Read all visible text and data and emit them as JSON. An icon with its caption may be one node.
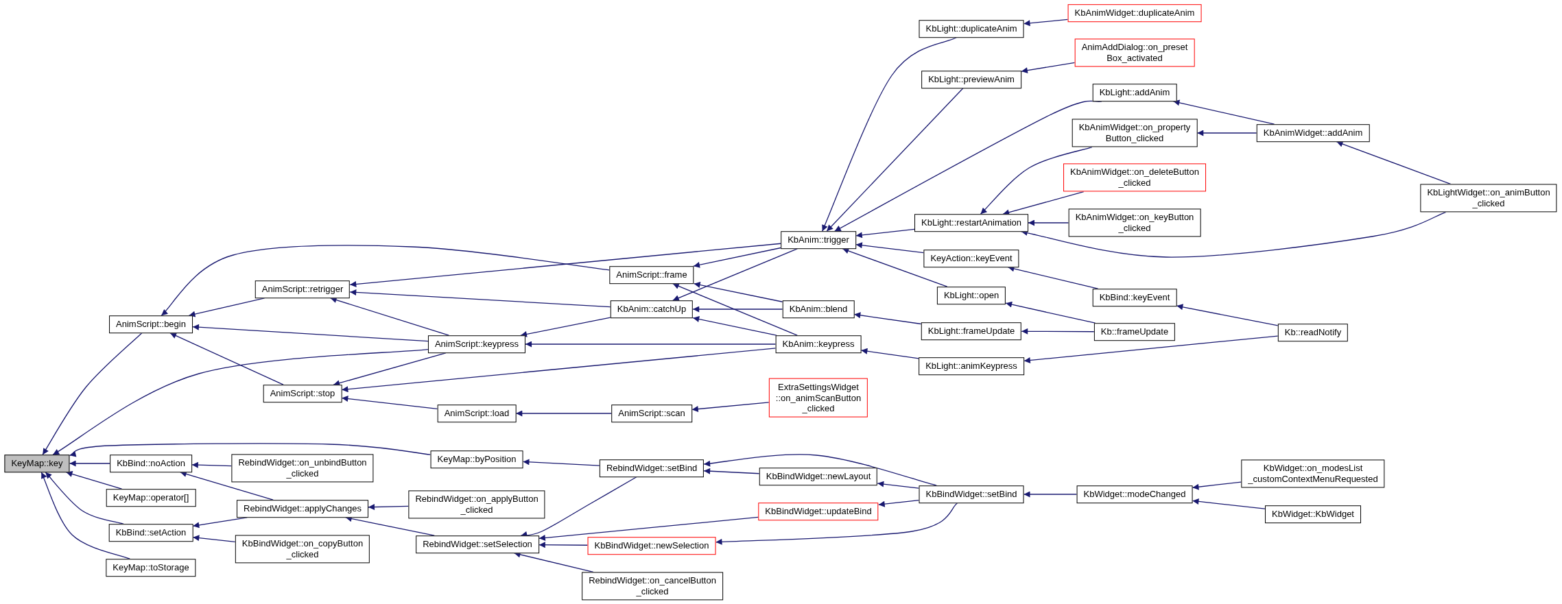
{
  "diagram": {
    "nodes": [
      {
        "text": [
          "KeyMap::key"
        ]
      },
      {
        "text": [
          "AnimScript::begin"
        ]
      },
      {
        "text": [
          "KbBind::noAction"
        ]
      },
      {
        "text": [
          "KeyMap::operator[]"
        ]
      },
      {
        "text": [
          "KbBind::setAction"
        ]
      },
      {
        "text": [
          "KeyMap::toStorage"
        ]
      },
      {
        "text": [
          "AnimScript::retrigger"
        ]
      },
      {
        "text": [
          "AnimScript::keypress"
        ]
      },
      {
        "text": [
          "AnimScript::stop"
        ]
      },
      {
        "text": [
          "KeyMap::byPosition"
        ]
      },
      {
        "text": [
          "RebindWidget::on_unbindButton _clicked"
        ]
      },
      {
        "text": [
          "RebindWidget::applyChanges"
        ]
      },
      {
        "text": [
          "KbBindWidget::on_copyButton _clicked"
        ]
      },
      {
        "text": [
          "RebindWidget::on_applyButton _clicked"
        ]
      },
      {
        "text": [
          "RebindWidget::setSelection"
        ]
      },
      {
        "text": [
          "RebindWidget::on_cancelButton _clicked"
        ]
      },
      {
        "text": [
          "AnimScript::frame"
        ]
      },
      {
        "text": [
          "KbAnim::catchUp"
        ]
      },
      {
        "text": [
          "AnimScript::load"
        ]
      },
      {
        "text": [
          "AnimScript::scan"
        ]
      },
      {
        "text": [
          "RebindWidget::setBind"
        ]
      },
      {
        "text": [
          "KbBindWidget::newSelection"
        ]
      },
      {
        "text": [
          "KbAnim::trigger"
        ]
      },
      {
        "text": [
          "KbAnim::blend"
        ]
      },
      {
        "text": [
          "KbAnim::keypress"
        ]
      },
      {
        "text": [
          "ExtraSettingsWidget ::on_animScanButton _clicked"
        ]
      },
      {
        "text": [
          "KbBindWidget::newLayout"
        ]
      },
      {
        "text": [
          "KbBindWidget::updateBind"
        ]
      },
      {
        "text": [
          "KbLight::duplicateAnim"
        ]
      },
      {
        "text": [
          "KbLight::previewAnim"
        ]
      },
      {
        "text": [
          "KbLight::addAnim"
        ]
      },
      {
        "text": [
          "KbAnimWidget::on_property Button_clicked"
        ]
      },
      {
        "text": [
          "KbLight::restartAnimation"
        ]
      },
      {
        "text": [
          "KeyAction::keyEvent"
        ]
      },
      {
        "text": [
          "KbLight::open"
        ]
      },
      {
        "text": [
          "KbLight::frameUpdate"
        ]
      },
      {
        "text": [
          "KbLight::animKeypress"
        ]
      },
      {
        "text": [
          "KbBindWidget::setBind"
        ]
      },
      {
        "text": [
          "KbAnimWidget::duplicateAnim"
        ]
      },
      {
        "text": [
          "AnimAddDialog::on_preset Box_activated"
        ]
      },
      {
        "text": [
          "KbAnimWidget::on_deleteButton _clicked"
        ]
      },
      {
        "text": [
          "KbAnimWidget::on_keyButton _clicked"
        ]
      },
      {
        "text": [
          "KbBind::keyEvent"
        ]
      },
      {
        "text": [
          "Kb::frameUpdate"
        ]
      },
      {
        "text": [
          "KbWidget::modeChanged"
        ]
      },
      {
        "text": [
          "KbAnimWidget::addAnim"
        ]
      },
      {
        "text": [
          "Kb::readNotify"
        ]
      },
      {
        "text": [
          "KbLightWidget::on_animButton _clicked"
        ]
      },
      {
        "text": [
          "KbWidget::on_modesList _customContextMenuRequested"
        ]
      },
      {
        "text": [
          "KbWidget::KbWidget"
        ]
      }
    ],
    "edges": [
      {
        "from": 1,
        "to": 0,
        "arrow": "to"
      },
      {
        "from": 7,
        "to": 0,
        "arrow": "to"
      },
      {
        "from": 9,
        "to": 0,
        "arrow": "to"
      },
      {
        "from": 2,
        "to": 0,
        "arrow": "to"
      },
      {
        "from": 3,
        "to": 0,
        "arrow": "to"
      },
      {
        "from": 4,
        "to": 0,
        "arrow": "to"
      },
      {
        "from": 5,
        "to": 0,
        "arrow": "to"
      },
      {
        "from": 6,
        "to": 1,
        "arrow": "to"
      },
      {
        "from": 7,
        "to": 1,
        "arrow": "to"
      },
      {
        "from": 8,
        "to": 1,
        "arrow": "to"
      },
      {
        "from": 16,
        "to": 1,
        "arrow": "to"
      },
      {
        "from": 22,
        "to": 6,
        "arrow": "to"
      },
      {
        "from": 17,
        "to": 6,
        "arrow": "to"
      },
      {
        "from": 7,
        "to": 6,
        "arrow": "to"
      },
      {
        "from": 7,
        "to": 8,
        "arrow": "to"
      },
      {
        "from": 24,
        "to": 8,
        "arrow": "to"
      },
      {
        "from": 18,
        "to": 8,
        "arrow": "to"
      },
      {
        "from": 10,
        "to": 2,
        "arrow": "to"
      },
      {
        "from": 11,
        "to": 2,
        "arrow": "to"
      },
      {
        "from": 11,
        "to": 4,
        "arrow": "to"
      },
      {
        "from": 12,
        "to": 4,
        "arrow": "to"
      },
      {
        "from": 13,
        "to": 11,
        "arrow": "to"
      },
      {
        "from": 14,
        "to": 11,
        "arrow": "to"
      },
      {
        "from": 22,
        "to": 16,
        "arrow": "to"
      },
      {
        "from": 23,
        "to": 16,
        "arrow": "to"
      },
      {
        "from": 24,
        "to": 16,
        "arrow": "to"
      },
      {
        "from": 22,
        "to": 17,
        "arrow": "to"
      },
      {
        "from": 23,
        "to": 17,
        "arrow": "to"
      },
      {
        "from": 24,
        "to": 17,
        "arrow": "to"
      },
      {
        "from": 17,
        "to": 7,
        "arrow": "to"
      },
      {
        "from": 24,
        "to": 7,
        "arrow": "to"
      },
      {
        "from": 35,
        "to": 23,
        "arrow": "to"
      },
      {
        "from": 36,
        "to": 24,
        "arrow": "to"
      },
      {
        "from": 19,
        "to": 18,
        "arrow": "to"
      },
      {
        "from": 25,
        "to": 19,
        "arrow": "to"
      },
      {
        "from": 20,
        "to": 9,
        "arrow": "to"
      },
      {
        "from": 37,
        "to": 20,
        "arrow": "to"
      },
      {
        "from": 26,
        "to": 20,
        "arrow": "to"
      },
      {
        "from": 20,
        "to": 14,
        "arrow": "to"
      },
      {
        "from": 27,
        "to": 14,
        "arrow": "to"
      },
      {
        "from": 21,
        "to": 14,
        "arrow": "to"
      },
      {
        "from": 15,
        "to": 14,
        "arrow": "to"
      },
      {
        "from": 37,
        "to": 26,
        "arrow": "to"
      },
      {
        "from": 37,
        "to": 27,
        "arrow": "to"
      },
      {
        "from": 37,
        "to": 21,
        "arrow": "to"
      },
      {
        "from": 28,
        "to": 22,
        "arrow": "to"
      },
      {
        "from": 29,
        "to": 22,
        "arrow": "to"
      },
      {
        "from": 30,
        "to": 22,
        "arrow": "to"
      },
      {
        "from": 32,
        "to": 22,
        "arrow": "to"
      },
      {
        "from": 33,
        "to": 22,
        "arrow": "to"
      },
      {
        "from": 34,
        "to": 22,
        "arrow": "to"
      },
      {
        "from": 38,
        "to": 28,
        "arrow": "to"
      },
      {
        "from": 39,
        "to": 29,
        "arrow": "to"
      },
      {
        "from": 45,
        "to": 30,
        "arrow": "to"
      },
      {
        "from": 45,
        "to": 31,
        "arrow": "to"
      },
      {
        "from": 31,
        "to": 32,
        "arrow": "to"
      },
      {
        "from": 40,
        "to": 32,
        "arrow": "to"
      },
      {
        "from": 41,
        "to": 32,
        "arrow": "to"
      },
      {
        "from": 47,
        "to": 32,
        "arrow": "to"
      },
      {
        "from": 47,
        "to": 45,
        "arrow": "to"
      },
      {
        "from": 42,
        "to": 33,
        "arrow": "to"
      },
      {
        "from": 43,
        "to": 34,
        "arrow": "to"
      },
      {
        "from": 43,
        "to": 35,
        "arrow": "to"
      },
      {
        "from": 46,
        "to": 42,
        "arrow": "to"
      },
      {
        "from": 46,
        "to": 36,
        "arrow": "to"
      },
      {
        "from": 44,
        "to": 37,
        "arrow": "to"
      },
      {
        "from": 48,
        "to": 44,
        "arrow": "to"
      },
      {
        "from": 49,
        "to": 44,
        "arrow": "to"
      }
    ]
  }
}
